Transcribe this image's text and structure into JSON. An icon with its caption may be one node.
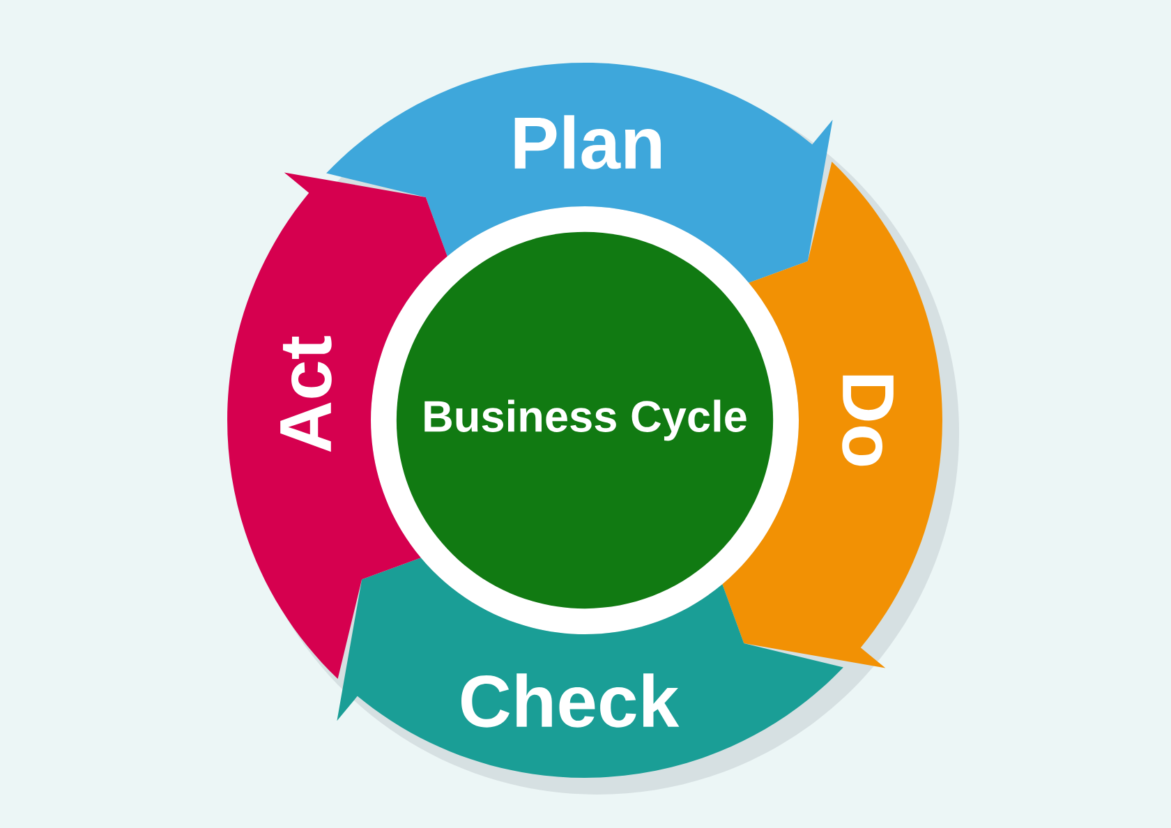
{
  "diagram": {
    "nodes": [
      {
        "text": [
          "Business Cycle"
        ]
      },
      {
        "text": [
          "Plan"
        ]
      },
      {
        "text": [
          "Do"
        ]
      },
      {
        "text": [
          "Check"
        ]
      },
      {
        "text": [
          "Act"
        ]
      }
    ]
  }
}
